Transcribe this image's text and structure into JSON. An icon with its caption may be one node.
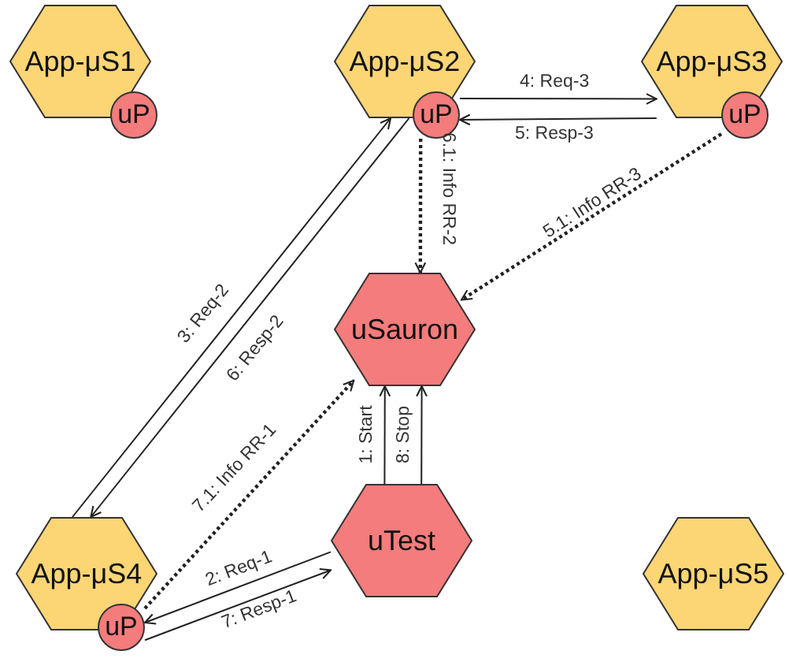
{
  "diagram": {
    "nodes": [
      {
        "text": [
          "App-μS1"
        ]
      },
      {
        "text": [
          "uP"
        ]
      },
      {
        "text": [
          "App-μS2"
        ]
      },
      {
        "text": [
          "uP"
        ]
      },
      {
        "text": [
          "App-μS3"
        ]
      },
      {
        "text": [
          "uP"
        ]
      },
      {
        "text": [
          "uSauron"
        ]
      },
      {
        "text": [
          "App-μS4"
        ]
      },
      {
        "text": [
          "uP"
        ]
      },
      {
        "text": [
          "uTest"
        ]
      },
      {
        "text": [
          "App-μS5"
        ]
      }
    ],
    "edges": [
      {
        "from": 3,
        "to": 4,
        "arrow": "to",
        "label": "4: Req-3"
      },
      {
        "from": 4,
        "to": 3,
        "arrow": "to",
        "label": "5: Resp-3"
      },
      {
        "from": 3,
        "to": 6,
        "arrow": "to",
        "label": "6.1: Info RR-2",
        "style": "dashed"
      },
      {
        "from": 5,
        "to": 6,
        "arrow": "to",
        "label": "5.1: Info RR-3",
        "style": "dashed"
      },
      {
        "from": 7,
        "to": 2,
        "arrow": "to",
        "label": "3: Req-2"
      },
      {
        "from": 2,
        "to": 7,
        "arrow": "to",
        "label": "6: Resp-2"
      },
      {
        "from": 8,
        "to": 6,
        "arrow": "to",
        "label": "7.1: Info RR-1",
        "style": "dashed"
      },
      {
        "from": 9,
        "to": 8,
        "arrow": "to",
        "label": "2: Req-1"
      },
      {
        "from": 8,
        "to": 9,
        "arrow": "to",
        "label": "7: Resp-1"
      },
      {
        "from": 9,
        "to": 6,
        "arrow": "to",
        "label": "1: Start"
      },
      {
        "from": 9,
        "to": 6,
        "arrow": "to",
        "label": "8: Stop"
      }
    ]
  }
}
